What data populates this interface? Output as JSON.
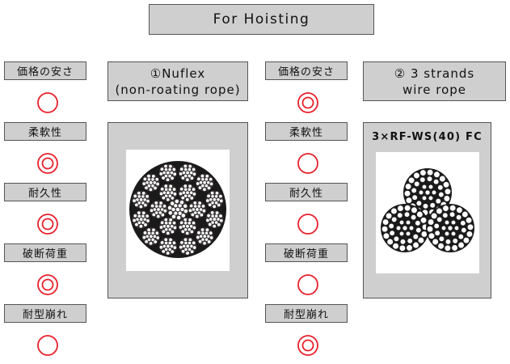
{
  "title": "For Hoisting",
  "criteria": [
    "価格の安さ",
    "柔軟性",
    "耐久性",
    "破断荷重",
    "耐型崩れ"
  ],
  "products": [
    {
      "heading_line1": "①Nuflex",
      "heading_line2": "(non-roating rope)",
      "ratings": [
        "good",
        "excellent",
        "excellent",
        "excellent",
        "good"
      ],
      "image": "nuflex-rope-cross-section"
    },
    {
      "heading_line1": "② 3 strands",
      "heading_line2": "wire rope",
      "caption": "3×RF-WS(40) FC",
      "ratings": [
        "excellent",
        "good",
        "good",
        "good",
        "excellent"
      ],
      "image": "three-strand-rope-cross-section"
    }
  ],
  "colors": {
    "symbol": "#e8202a",
    "panel": "#cfcfcf",
    "border": "#555555"
  }
}
